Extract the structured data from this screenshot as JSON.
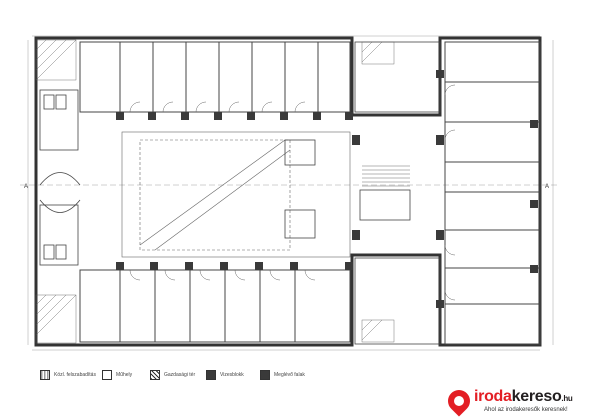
{
  "legend": [
    {
      "label": "Közl. felszabadítás",
      "swatch": "tile"
    },
    {
      "label": "Műhely",
      "swatch": "plain"
    },
    {
      "label": "Gazdasági tér",
      "swatch": "hatch"
    },
    {
      "label": "Vizesblokk",
      "swatch": "dark"
    },
    {
      "label": "Meglévő falak",
      "swatch": "dark"
    }
  ],
  "axis_markers": [
    "A",
    "A"
  ],
  "logo": {
    "brand_red": "iroda",
    "brand_dark": "kereso",
    "tld": ".hu",
    "tagline": "Ahol az irodakeresők keresnek!"
  },
  "colors": {
    "wall": "#3a3a3a",
    "line": "#555555",
    "brand": "#e31e24"
  }
}
